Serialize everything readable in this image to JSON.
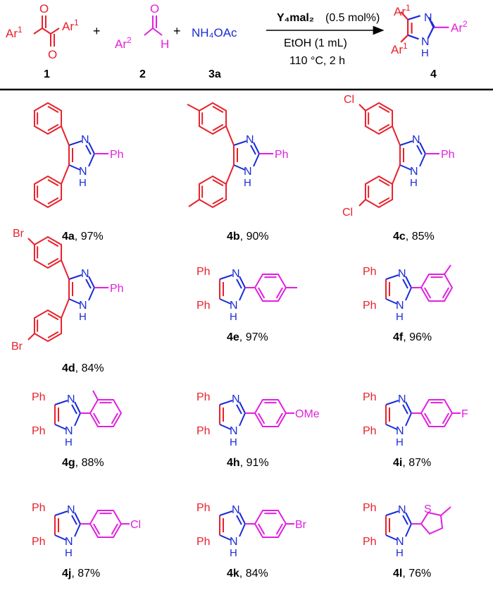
{
  "colors": {
    "ar1": "#e8212b",
    "ar2": "#e11fe0",
    "nitrogen": "#1a2bd8",
    "text": "#000000"
  },
  "reaction": {
    "reactant1": {
      "ar1": "Ar",
      "sup": "1",
      "number": "1"
    },
    "reactant2": {
      "ar2": "Ar",
      "sup": "2",
      "h": "H",
      "number": "2"
    },
    "reactant3": {
      "formula": "NH₄OAc",
      "number": "3a"
    },
    "plus": "+",
    "conditions": {
      "catalyst": "Y₄mal₂",
      "loading": "(0.5 mol%)",
      "solvent": "EtOH (1 mL)",
      "temp_time": "110 °C, 2 h"
    },
    "product": {
      "ar1": "Ar",
      "sup1": "1",
      "ar2": "Ar",
      "sup2": "2",
      "number": "4"
    }
  },
  "atom_labels": {
    "n": "N",
    "nh": "N",
    "h": "H",
    "o": "O",
    "s": "S",
    "ph": "Ph",
    "me": "OMe",
    "cl": "Cl",
    "br": "Br",
    "f": "F"
  },
  "compounds": [
    {
      "id": "4a",
      "yield": ", 97%"
    },
    {
      "id": "4b",
      "yield": ", 90%"
    },
    {
      "id": "4c",
      "yield": ", 85%"
    },
    {
      "id": "4d",
      "yield": ", 84%"
    },
    {
      "id": "4e",
      "yield": ", 97%"
    },
    {
      "id": "4f",
      "yield": ", 96%"
    },
    {
      "id": "4g",
      "yield": ", 88%"
    },
    {
      "id": "4h",
      "yield": ", 91%"
    },
    {
      "id": "4i",
      "yield": ", 87%"
    },
    {
      "id": "4j",
      "yield": ", 87%"
    },
    {
      "id": "4k",
      "yield": ", 84%"
    },
    {
      "id": "4l",
      "yield": ", 76%"
    }
  ]
}
